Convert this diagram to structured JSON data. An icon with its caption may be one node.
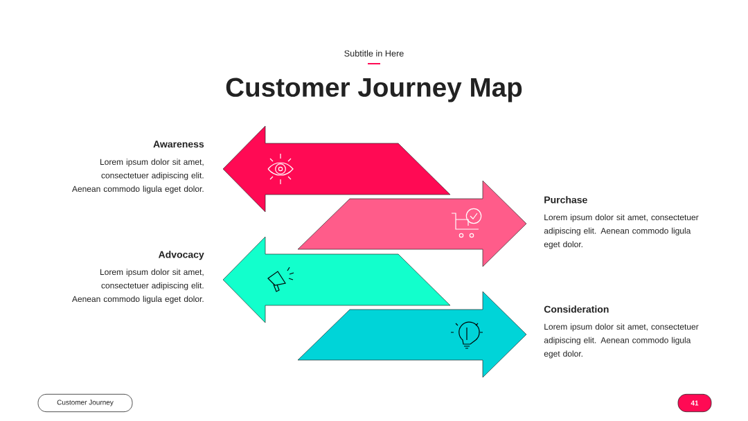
{
  "diagram": {
    "title": "Customer Journey Map",
    "nodes": [
      {
        "text": [],
        "shape": "arrow",
        "beside": [
          "Awareness",
          "Lorem ipsum dolor sit amet, consectetuer adipiscing elit. Aenean commodo ligula eget dolor."
        ]
      },
      {
        "text": [],
        "shape": "arrow",
        "beside": [
          "Purchase",
          "Lorem ipsum dolor sit amet, consectetuer adipiscing elit. Aenean commodo ligula eget dolor."
        ]
      },
      {
        "text": [],
        "shape": "arrow",
        "beside": [
          "Advocacy",
          "Lorem ipsum dolor sit amet, consectetuer adipiscing elit. Aenean commodo ligula eget dolor."
        ]
      },
      {
        "text": [],
        "shape": "arrow",
        "beside": [
          "Consideration",
          "Lorem ipsum dolor sit amet, consectetuer adipiscing elit. Aenean commodo ligula eget dolor."
        ]
      },
      {
        "text": [
          "Customer Journey"
        ]
      },
      {
        "text": [
          "41"
        ]
      }
    ],
    "labels": [
      "Subtitle in Here"
    ]
  }
}
